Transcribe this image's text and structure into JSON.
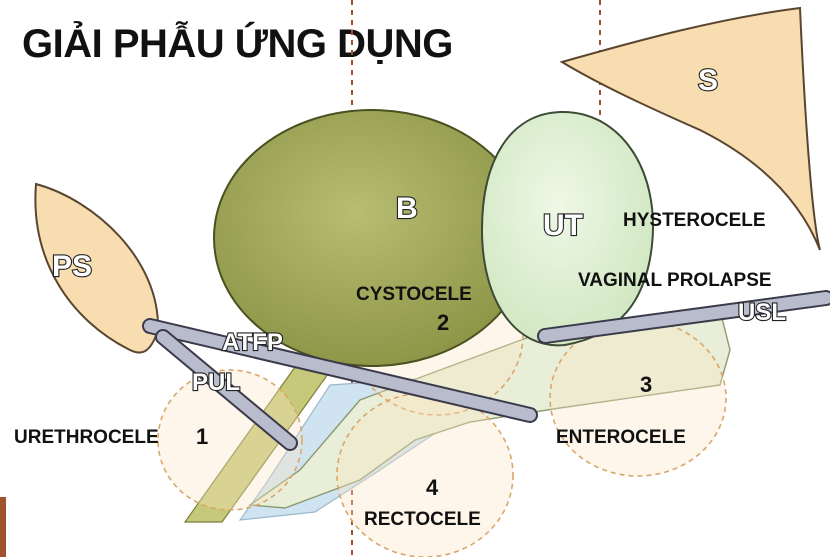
{
  "title": "GIẢI PHẪU ỨNG DỤNG",
  "organs": {
    "ps": "PS",
    "b": "B",
    "ut": "UT",
    "s": "S",
    "atfp": "ATFP",
    "pul": "PUL",
    "usl": "USL"
  },
  "zones": {
    "one": "1",
    "two": "2",
    "three": "3",
    "four": "4"
  },
  "labels": {
    "urethrocele": "URETHROCELE",
    "cystocele": "CYSTOCELE",
    "hysterocele": "HYSTEROCELE",
    "vaginal_prolapse": "VAGINAL PROLAPSE",
    "enterocele": "ENTEROCELE",
    "rectocele": "RECTOCELE"
  },
  "colors": {
    "bladder": "#9ea55a",
    "uterus": "#dff0d2",
    "bone": "#f7ddb0",
    "ligament": "#b9bccc",
    "vagina": "#e8eed8",
    "rectum": "#cfe3f1",
    "zone": "#fbe6c4",
    "guide_line": "#a0522d"
  }
}
